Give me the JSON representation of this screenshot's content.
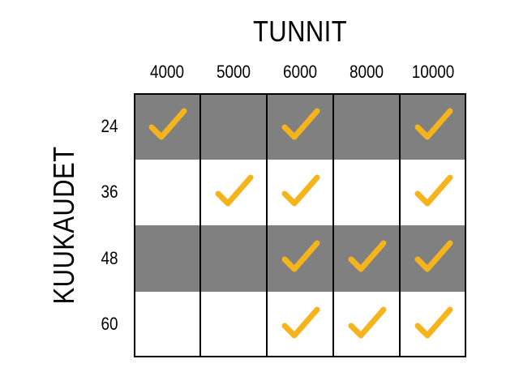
{
  "title": "TUNNIT",
  "y_axis_label": "KUUKAUDET",
  "columns": [
    "4000",
    "5000",
    "6000",
    "8000",
    "10000"
  ],
  "rows": [
    {
      "label": "24",
      "checks": [
        true,
        false,
        true,
        false,
        true
      ]
    },
    {
      "label": "36",
      "checks": [
        false,
        true,
        true,
        false,
        true
      ]
    },
    {
      "label": "48",
      "checks": [
        false,
        false,
        true,
        true,
        true
      ]
    },
    {
      "label": "60",
      "checks": [
        false,
        false,
        true,
        true,
        true
      ]
    }
  ],
  "colors": {
    "shaded_row": "#808080",
    "plain_row": "#ffffff",
    "check": "#f5b41c",
    "grid_line": "#000000"
  },
  "icons": {
    "check": "checkmark-icon"
  }
}
